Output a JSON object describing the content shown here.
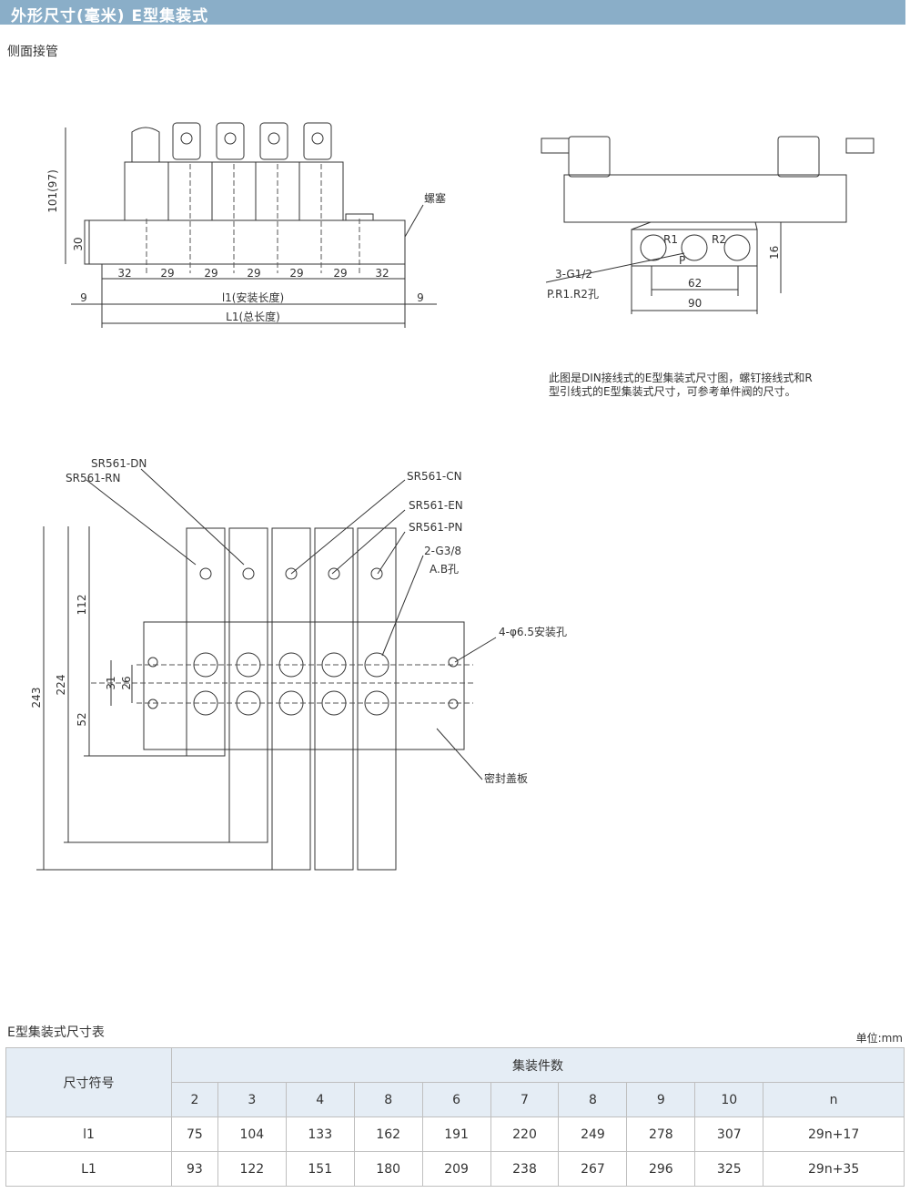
{
  "header": {
    "title": "外形尺寸(毫米)  E型集装式"
  },
  "section": {
    "side_piping": "侧面接管"
  },
  "drawing1": {
    "height_label": "101(97)",
    "base_label": "30",
    "plug_label": "螺塞",
    "pitch_labels": [
      "32",
      "29",
      "29",
      "29",
      "29",
      "29",
      "32"
    ],
    "side_left": "9",
    "side_right": "9",
    "l1_label": "l1(安装长度)",
    "L1_label": "L1(总长度)"
  },
  "drawing2": {
    "port_r1": "R1",
    "port_r2": "R2",
    "port_p": "P",
    "thread_label": "3-G1/2",
    "ports_label": "P.R1.R2孔",
    "dim_62": "62",
    "dim_90": "90",
    "dim_16": "16"
  },
  "note": {
    "line1": "此图是DIN接线式的E型集装式尺寸图，螺钉接线式和R",
    "line2": "型引线式的E型集装式尺寸，可参考单件阀的尺寸。"
  },
  "drawing3": {
    "models": [
      "SR561-DN",
      "SR561-RN",
      "SR561-CN",
      "SR561-EN",
      "SR561-PN"
    ],
    "ab_thread": "2-G3/8",
    "ab_port": "A.B孔",
    "mount_hole": "4-φ6.5安装孔",
    "seal_plate": "密封盖板",
    "dim_243": "243",
    "dim_224": "224",
    "dim_112": "112",
    "dim_52": "52",
    "dim_31": "31",
    "dim_26": "26"
  },
  "table": {
    "title": "E型集装式尺寸表",
    "unit": "单位:mm",
    "row_header": "尺寸符号",
    "group_header": "集装件数",
    "columns": [
      "2",
      "3",
      "4",
      "8",
      "6",
      "7",
      "8",
      "9",
      "10",
      "n"
    ],
    "rows": [
      {
        "label": "l1",
        "values": [
          "75",
          "104",
          "133",
          "162",
          "191",
          "220",
          "249",
          "278",
          "307",
          "29n+17"
        ]
      },
      {
        "label": "L1",
        "values": [
          "93",
          "122",
          "151",
          "180",
          "209",
          "238",
          "267",
          "296",
          "325",
          "29n+35"
        ]
      }
    ]
  }
}
